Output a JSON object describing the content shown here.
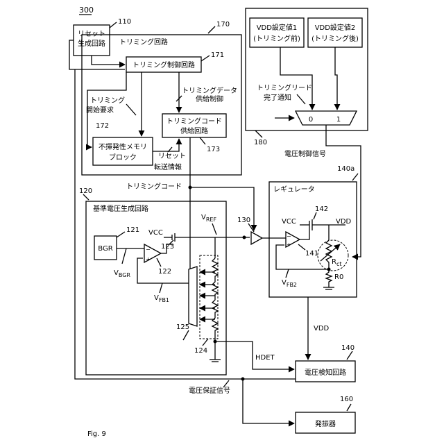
{
  "figure": {
    "fig_label": "Fig. 9",
    "system_ref": "300",
    "reset_circuit": {
      "ref": "110",
      "label_lines": [
        "リセット",
        "生成回路"
      ]
    },
    "trimming_circuit": {
      "ref": "170",
      "label": "トリミング回路"
    },
    "trim_control": {
      "ref": "171",
      "label": "トリミング制御回路"
    },
    "trim_data_supply_control": [
      "トリミングデータ",
      "供給制御"
    ],
    "trim_start_request": [
      "トリミング",
      "開始要求"
    ],
    "nvm_block": {
      "ref": "172",
      "label_lines": [
        "不揮発性メモリ",
        "ブロック"
      ]
    },
    "reset_transfer_info": [
      "リセット",
      "転送情報"
    ],
    "trim_code_supply": {
      "ref": "173",
      "label_lines": [
        "トリミングコード",
        "供給回路"
      ]
    },
    "trim_code": "トリミングコード",
    "vdd_setting_block": {
      "ref": "180"
    },
    "vdd_setting_1": [
      "VDD設定値1",
      "(トリミング前)"
    ],
    "vdd_setting_2": [
      "VDD設定値2",
      "(トリミング後)"
    ],
    "trim_read_done": [
      "トリミングリード",
      "完了通知"
    ],
    "mux_inputs": [
      "0",
      "1"
    ],
    "voltage_control_signal": "電圧制御信号",
    "reference_gen": {
      "ref": "120",
      "label": "基準電圧生成回路"
    },
    "bgr": {
      "ref": "121",
      "label": "BGR"
    },
    "amp_122": "122",
    "tr_123": "123",
    "vcc": "VCC",
    "vref": {
      "main": "V",
      "sub": "REF"
    },
    "vbgr": {
      "main": "V",
      "sub": "BGR"
    },
    "vfb1": {
      "main": "V",
      "sub": "FB1"
    },
    "mux_125": "125",
    "ladder_124": "124",
    "buffer_130": "130",
    "regulator": {
      "ref": "140a",
      "label": "レギュレータ"
    },
    "tr_142": "142",
    "amp_141": "141",
    "vdd": "VDD",
    "rct": {
      "main": "R",
      "sub": "ct"
    },
    "r0": "R0",
    "vfb2": {
      "main": "V",
      "sub": "FB2"
    },
    "hdet": "HDET",
    "detector": {
      "ref": "140",
      "label": "電圧検知回路"
    },
    "voltage_guarantee_signal": "電圧保証信号",
    "oscillator": {
      "ref": "160",
      "label": "発振器"
    }
  }
}
